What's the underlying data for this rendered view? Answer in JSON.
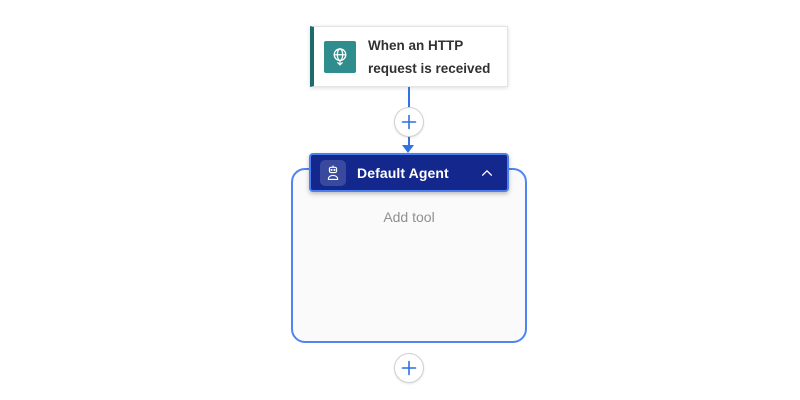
{
  "trigger_card": {
    "title": "When an HTTP request is received",
    "icon": "http-request-globe-icon",
    "accent_color": "#1e6a6d",
    "icon_bg_color": "#2f8d8d"
  },
  "connector": {
    "color": "#3173e1",
    "insert_button": "plus-icon"
  },
  "agent_card": {
    "title": "Default Agent",
    "icon": "agent-bot-icon",
    "collapse_icon": "chevron-up-icon",
    "header_bg_color": "#13278c",
    "selection_border_color": "#4b7ff0",
    "scope_border_color": "#4f85f1",
    "scope_bg_color": "#fafafa",
    "placeholder": "Add tool",
    "add_tool_button": "plus-icon"
  },
  "after_agent": {
    "insert_button": "plus-icon"
  },
  "plus_color": "#2e6fdf"
}
